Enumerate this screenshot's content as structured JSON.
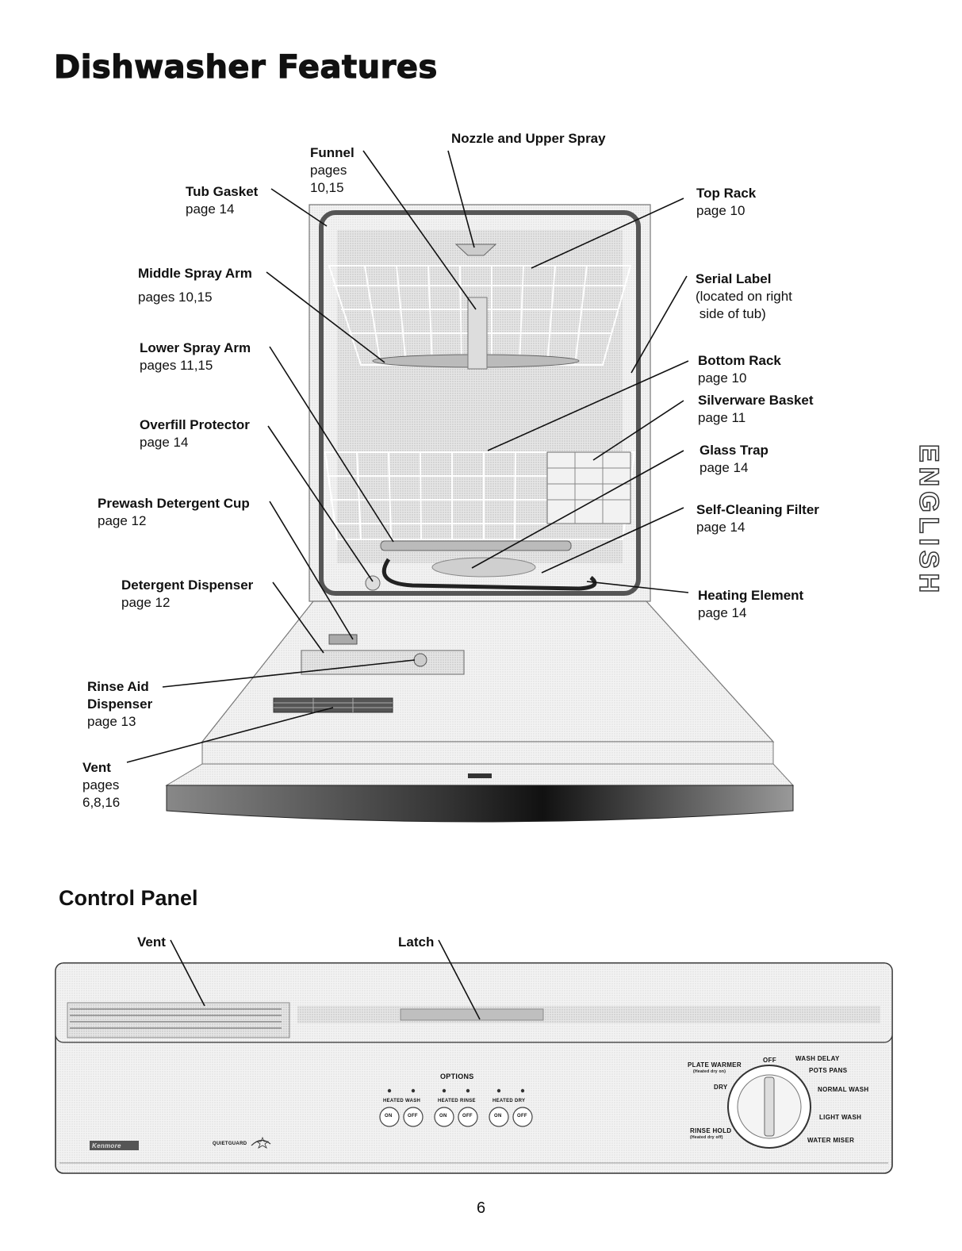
{
  "title": "Dishwasher Features",
  "labels": {
    "funnel": {
      "name": "Funnel",
      "page": "pages",
      "page2": "10,15"
    },
    "nozzle": {
      "name": "Nozzle and Upper Spray"
    },
    "tub_gasket": {
      "name": "Tub Gasket",
      "page": "page 14"
    },
    "top_rack": {
      "name": "Top Rack",
      "page": "page 10"
    },
    "middle_spray_arm": {
      "name": "Middle Spray Arm",
      "page": "pages 10,15"
    },
    "serial_label": {
      "name": "Serial  Label",
      "page": "(located on right",
      "page2": " side of tub)"
    },
    "lower_spray_arm": {
      "name": "Lower Spray Arm",
      "page": "pages 11,15"
    },
    "bottom_rack": {
      "name": "Bottom Rack",
      "page": "page 10"
    },
    "silverware_basket": {
      "name": "Silverware Basket",
      "page": "page 11"
    },
    "overfill_protector": {
      "name": "Overfill Protector",
      "page": "page 14"
    },
    "glass_trap": {
      "name": "Glass Trap",
      "page": "page 14"
    },
    "prewash_detergent_cup": {
      "name": "Prewash Detergent Cup",
      "page": "page 12"
    },
    "self_cleaning_filter": {
      "name": "Self-Cleaning Filter",
      "page": "page 14"
    },
    "detergent_dispenser": {
      "name": "Detergent Dispenser",
      "page": "page 12"
    },
    "heating_element": {
      "name": "Heating Element",
      "page": "page 14"
    },
    "rinse_aid_dispenser": {
      "name": "Rinse Aid",
      "name2": "Dispenser",
      "page": "page 13"
    },
    "vent": {
      "name": "Vent",
      "page": "pages",
      "page2": "6,8,16"
    }
  },
  "control_panel": {
    "title": "Control Panel",
    "vent_label": "Vent",
    "latch_label": "Latch",
    "options_title": "OPTIONS",
    "options": [
      {
        "name": "HEATED WASH",
        "on": "ON",
        "off": "OFF"
      },
      {
        "name": "HEATED RINSE",
        "on": "ON",
        "off": "OFF"
      },
      {
        "name": "HEATED DRY",
        "on": "ON",
        "off": "OFF"
      }
    ],
    "dial": {
      "plate_warmer": "PLATE WARMER",
      "plate_warmer_note": "(Heated dry on)",
      "dry": "DRY",
      "rinse_hold": "RINSE HOLD",
      "rinse_hold_note": "(Heated dry off)",
      "off": "OFF",
      "wash_delay": "WASH DELAY",
      "pots_pans": "POTS PANS",
      "normal_wash": "NORMAL WASH",
      "light_wash": "LIGHT WASH",
      "water_miser": "WATER MISER"
    },
    "brand": "Kenmore",
    "quietguard": "QUIETGUARD"
  },
  "side_tab": "ENGLISH",
  "page_number": "6"
}
